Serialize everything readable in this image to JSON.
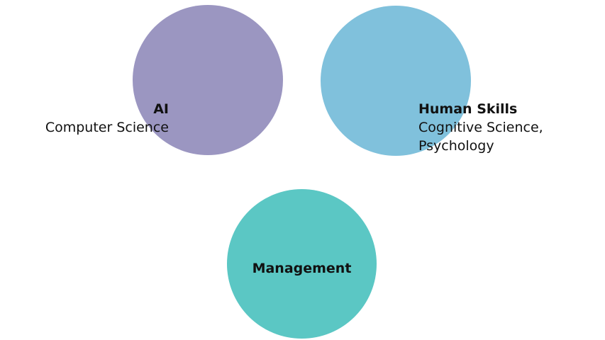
{
  "colors": {
    "ai": "#9b96c1",
    "human_skills": "#80c1dc",
    "management": "#5bc7c4"
  },
  "nodes": {
    "ai": {
      "title": "AI",
      "description": "Computer Science"
    },
    "human_skills": {
      "title": "Human Skills",
      "description_line1": "Cognitive Science,",
      "description_line2": "Psychology"
    },
    "management": {
      "title": "Management"
    }
  }
}
